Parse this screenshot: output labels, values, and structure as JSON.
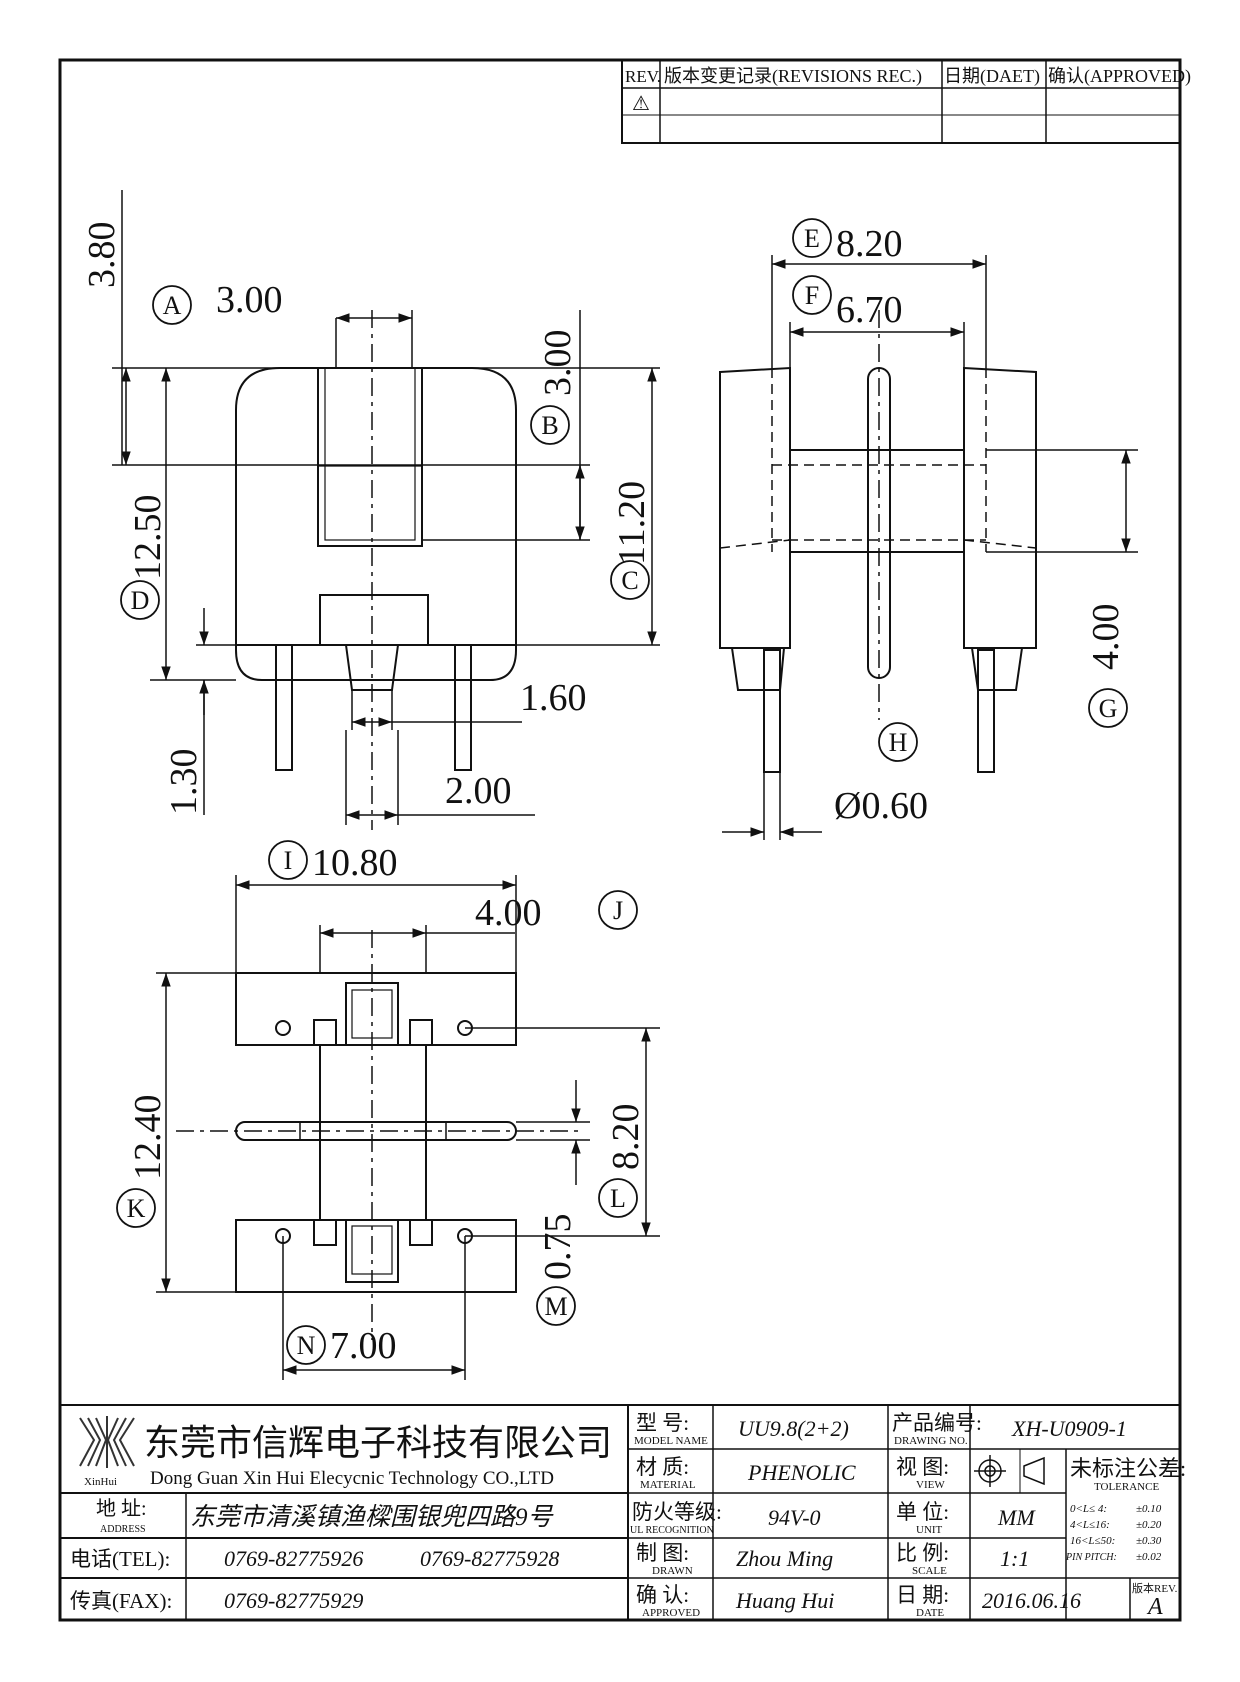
{
  "revisions": {
    "headers": {
      "rev": "REV.",
      "record": "版本变更记录(REVISIONS REC.)",
      "date": "日期(DAET)",
      "approved": "确认(APPROVED)"
    },
    "rows": [
      {
        "rev": "⚠",
        "record": "",
        "date": "",
        "approved": ""
      },
      {
        "rev": "",
        "record": "",
        "date": "",
        "approved": ""
      }
    ]
  },
  "dimensions": {
    "A": "3.00",
    "B": "3.00",
    "C": "11.20",
    "D": "12.50",
    "top": "3.80",
    "d130": "1.30",
    "d160": "1.60",
    "d200": "2.00",
    "E": "8.20",
    "F": "6.70",
    "G": "4.00",
    "H": "Ø0.60",
    "I": "10.80",
    "J": "4.00",
    "K": "12.40",
    "L": "8.20",
    "M": "0.75",
    "N": "7.00"
  },
  "callouts": [
    "A",
    "B",
    "C",
    "D",
    "E",
    "F",
    "G",
    "H",
    "I",
    "J",
    "K",
    "L",
    "M",
    "N"
  ],
  "title_block": {
    "company_cn": "东莞市信辉电子科技有限公司",
    "company_en": "Dong Guan Xin Hui Elecycnic Technology CO.,LTD",
    "logo_text": "XinHui",
    "address_label": "地  址:",
    "address_label_en": "ADDRESS",
    "address": "东莞市清溪镇渔樑围银兜四路9号",
    "tel_label": "电话(TEL):",
    "tel1": "0769-82775926",
    "tel2": "0769-82775928",
    "fax_label": "传真(FAX):",
    "fax": "0769-82775929",
    "model_label": "型  号:",
    "model_label_en": "MODEL NAME",
    "model": "UU9.8(2+2)",
    "material_label": "材  质:",
    "material_label_en": "MATERIAL",
    "material": "PHENOLIC",
    "ul_label": "防火等级:",
    "ul_label_en": "UL RECOGNITION",
    "ul": "94V-0",
    "drawn_label": "制  图:",
    "drawn_label_en": "DRAWN",
    "drawn": "Zhou Ming",
    "approved_label": "确  认:",
    "approved_label_en": "APPROVED",
    "approved": "Huang Hui",
    "drawing_no_label": "产品编号:",
    "drawing_no_label_en": "DRAWING NO.",
    "drawing_no": "XH-U0909-1",
    "view_label": "视  图:",
    "view_label_en": "VIEW",
    "unit_label": "单  位:",
    "unit_label_en": "UNIT",
    "unit": "MM",
    "scale_label": "比  例:",
    "scale_label_en": "SCALE",
    "scale": "1:1",
    "date_label": "日  期:",
    "date_label_en": "DATE",
    "date": "2016.06.16",
    "tolerance_label": "未标注公差:",
    "tolerance_label_en": "TOLERANCE",
    "tolerances": [
      {
        "range": "0<L≤ 4:",
        "value": "±0.10"
      },
      {
        "range": "4<L≤16:",
        "value": "±0.20"
      },
      {
        "range": "16<L≤50:",
        "value": "±0.30"
      },
      {
        "range": "PIN PITCH:",
        "value": "±0.02"
      }
    ],
    "version_label": "版本REV.",
    "version": "A"
  }
}
